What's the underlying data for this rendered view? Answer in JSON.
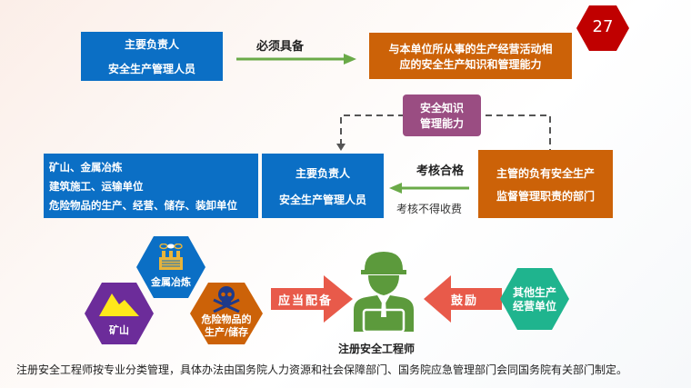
{
  "page_number": "27",
  "top": {
    "left_box": {
      "line1": "主要负责人",
      "line2": "安全生产管理人员"
    },
    "arrow_label": "必须具备",
    "right_box": {
      "line1": "与本单位所从事的生产经营活动相",
      "line2": "应的安全生产知识和管理能力"
    }
  },
  "middle": {
    "purple_box": {
      "line1": "安全知识",
      "line2": "管理能力"
    },
    "industries_box": {
      "line1": "矿山、金属冶炼",
      "line2": "建筑施工、运输单位",
      "line3": "危险物品的生产、经营、储存、装卸单位"
    },
    "persons_box": {
      "line1": "主要负责人",
      "line2": "安全生产管理人员"
    },
    "arrow_label_top": "考核合格",
    "arrow_label_bottom": "考核不得收费",
    "dept_box": {
      "line1": "主管的负有安全生产",
      "line2": "监督管理职责的部门"
    }
  },
  "bottom": {
    "hex_metal": "金属冶炼",
    "hex_mine": "矿山",
    "hex_danger": {
      "line1": "危险物品的",
      "line2": "生产/储存"
    },
    "arrow_left": "应当配备",
    "engineer_label": "注册安全工程师",
    "arrow_right": "鼓励",
    "hex_other": {
      "line1": "其他生产",
      "line2": "经营单位"
    }
  },
  "footnote": "注册安全工程师按专业分类管理，具体办法由国务院人力资源和社会保障部门、国务院应急管理部门会同国务院有关部门制定。",
  "colors": {
    "blue": "#0b6fc5",
    "orange": "#cc6208",
    "purple": "#9a4d82",
    "green": "#5c9a3c",
    "red": "#e85a4a",
    "teal": "#1fb48e",
    "badge": "#c00000"
  }
}
